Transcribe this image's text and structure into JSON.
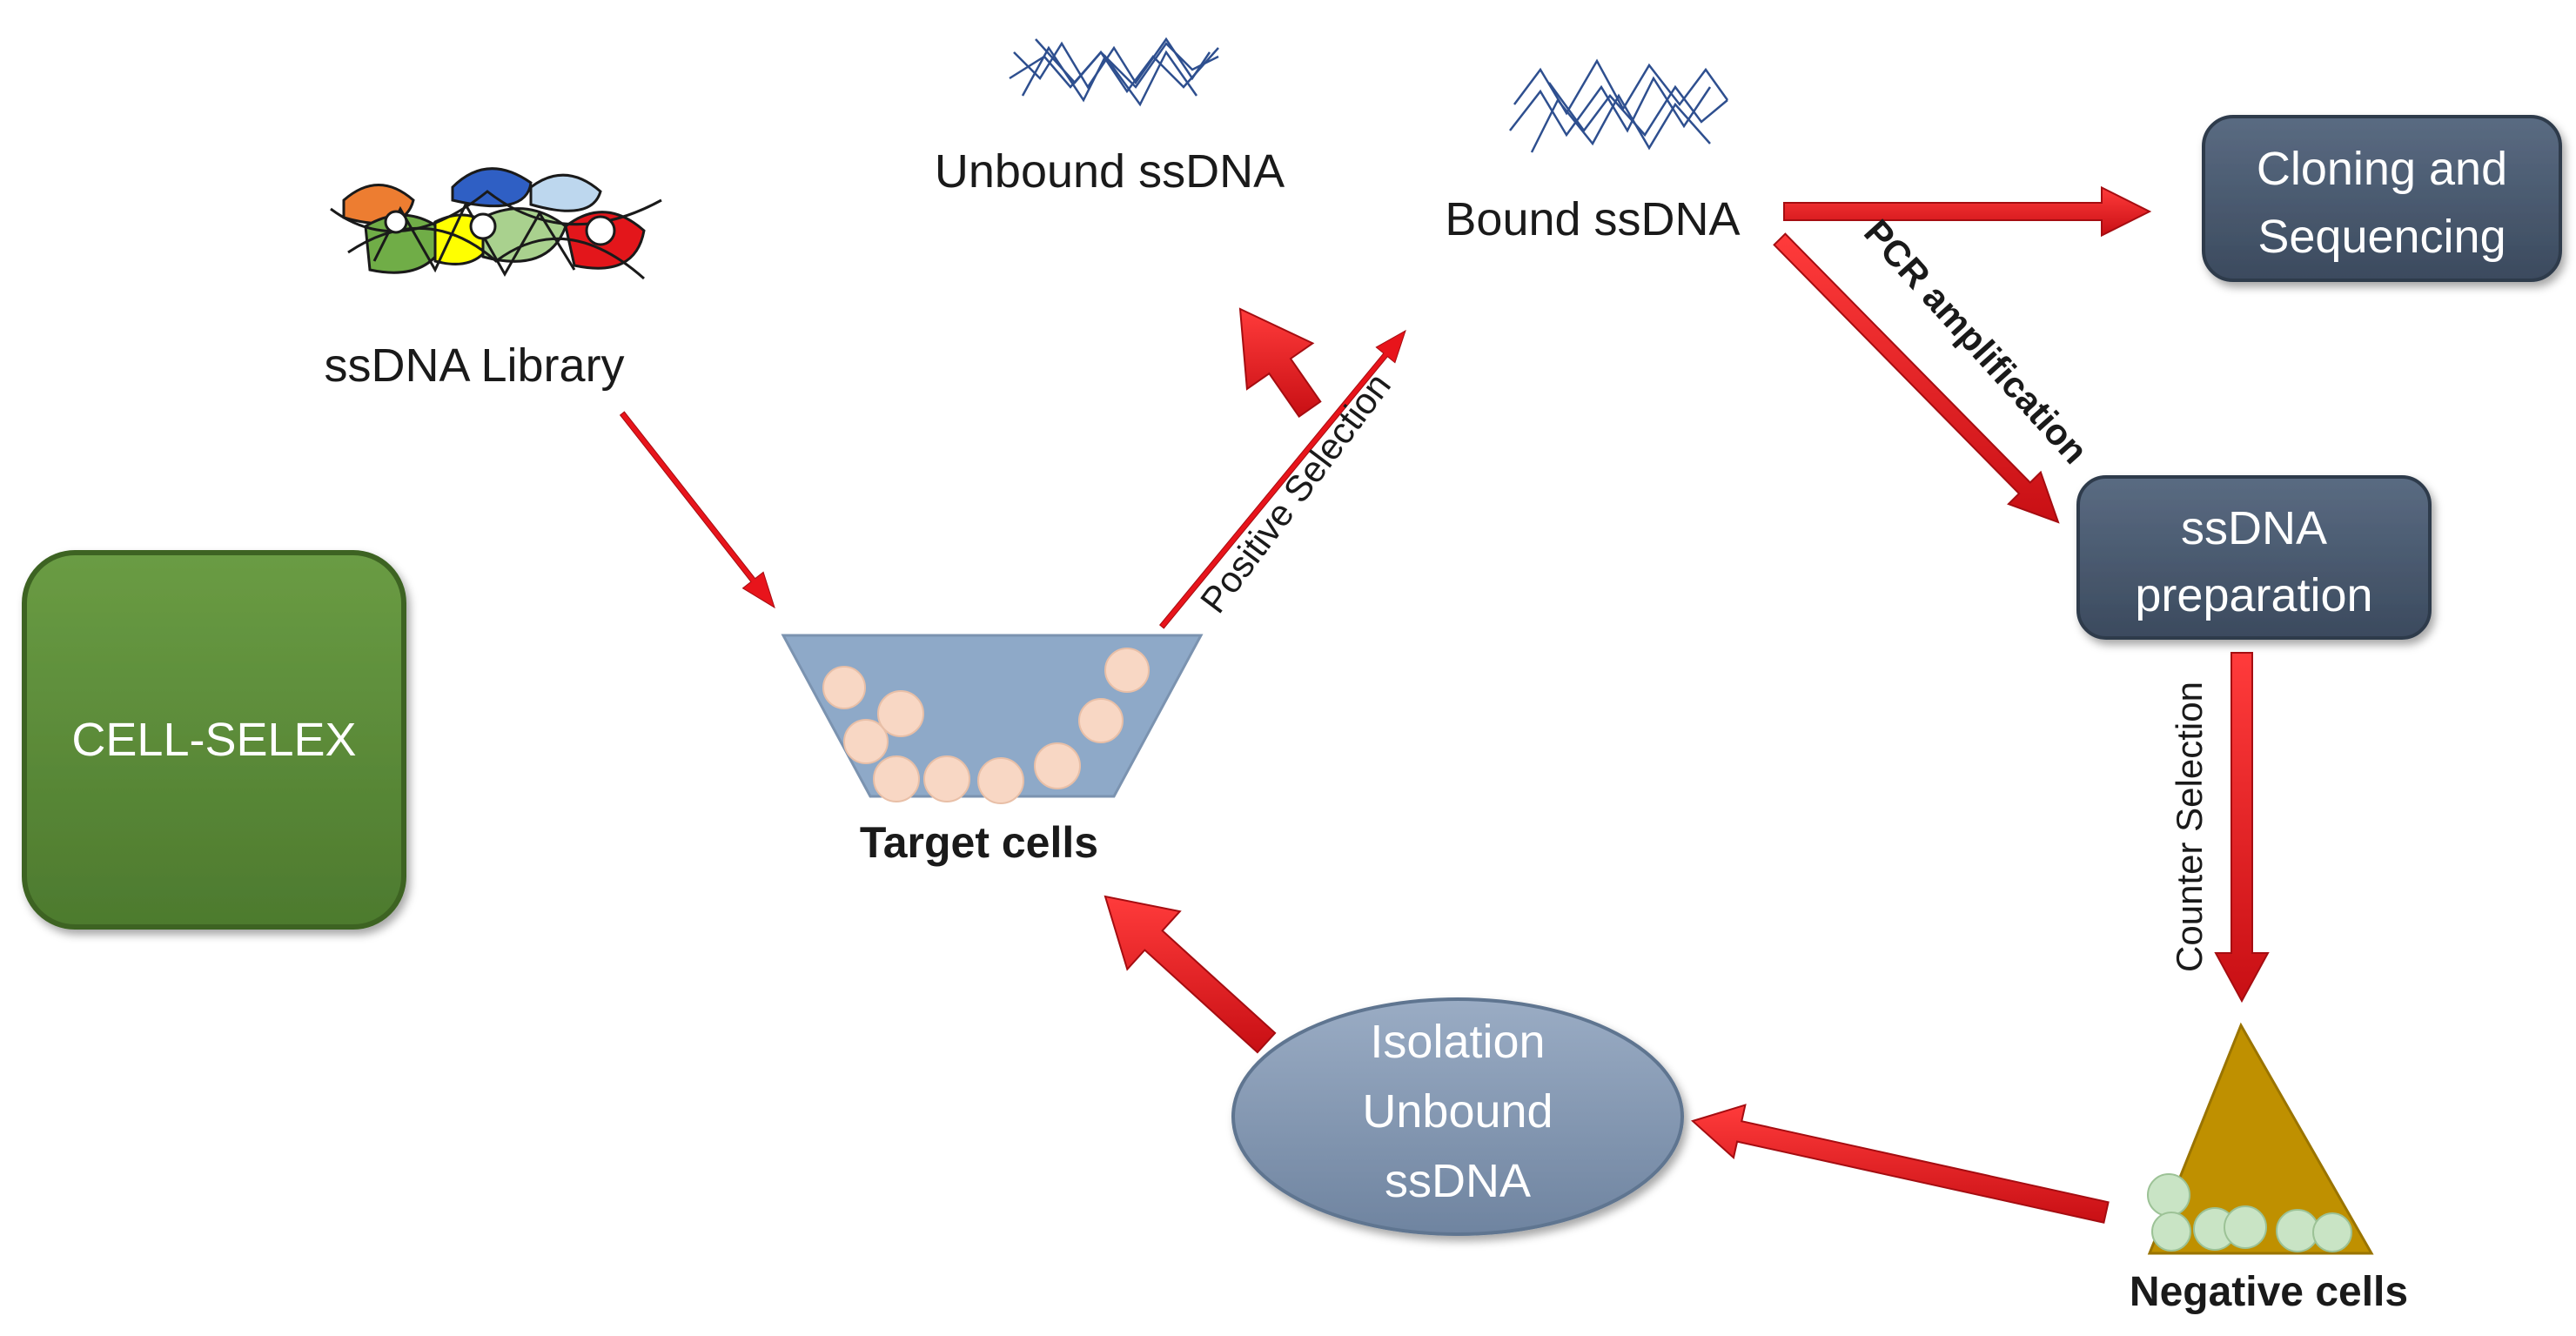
{
  "title": "CELL-SELEX",
  "nodes": {
    "library": "ssDNA Library",
    "unbound": "Unbound ssDNA",
    "bound": "Bound ssDNA",
    "cloning_line1": "Cloning and",
    "cloning_line2": "Sequencing",
    "prep_line1": "ssDNA",
    "prep_line2": "preparation",
    "target": "Target cells",
    "negative": "Negative cells",
    "isolation_line1": "Isolation",
    "isolation_line2": "Unbound",
    "isolation_line3": "ssDNA"
  },
  "edges": {
    "positive": "Positive Selection",
    "pcr": "PCR amplification",
    "counter": "Counter Selection"
  },
  "colors": {
    "arrow_red": "#e8141b",
    "title_box": "#548235",
    "node_box": "#44546a",
    "ellipse": "#8497b0",
    "target_container": "#8ea9c8",
    "target_cells": "#f8d7c4",
    "negative_container": "#bf9000",
    "negative_cells": "#c9e4c5"
  }
}
